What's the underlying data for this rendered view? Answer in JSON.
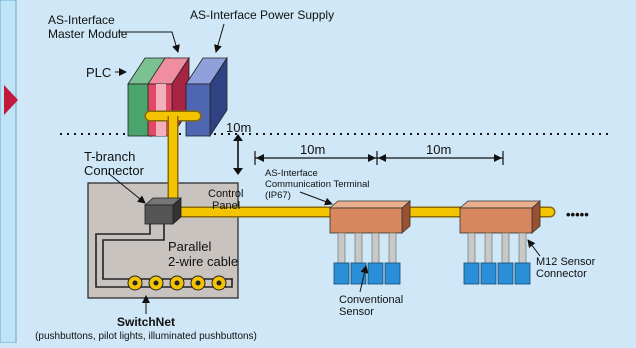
{
  "labels": {
    "master_module": [
      "AS-Interface",
      "Master Module"
    ],
    "power_supply": "AS-Interface Power Supply",
    "plc": "PLC",
    "t_branch": [
      "T-branch",
      "Connector"
    ],
    "control_panel": [
      "Control",
      "Panel"
    ],
    "vertical_distance": "10m",
    "segment_1": "10m",
    "segment_2": "10m",
    "comm_terminal": [
      "AS-Interface",
      "Communication Terminal",
      "(IP67)"
    ],
    "parallel_cable": [
      "Parallel",
      "2-wire cable"
    ],
    "conventional_sensor": [
      "Conventional",
      "Sensor"
    ],
    "m12_connector": [
      "M12 Sensor",
      "Connector"
    ],
    "ellipsis": "•••••",
    "switchnet_title": "SwitchNet",
    "switchnet_subtitle": "(pushbuttons, pilot lights, illuminated pushbuttons)"
  },
  "colors": {
    "background": "#cfe7f6",
    "left_strip": "#bfe3f7",
    "arrow": "#c21a3a",
    "cable_yellow": "#f4c400",
    "control_panel": "#c9c3c0",
    "module_green": "#4aa56c",
    "module_red": "#e04a66",
    "module_blue": "#4f67b3",
    "terminal": "#d7865e",
    "sensor": "#2b8fd8"
  }
}
